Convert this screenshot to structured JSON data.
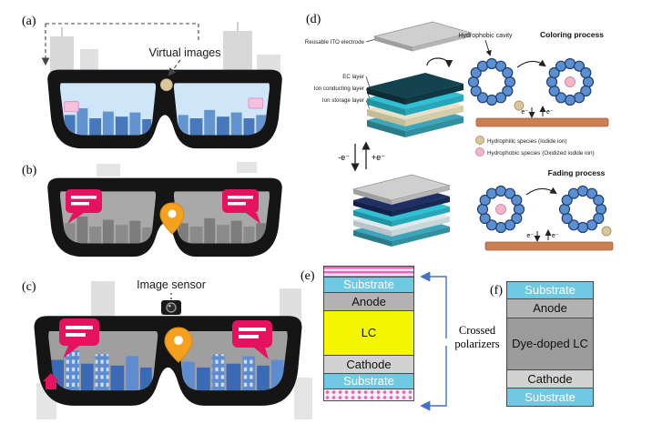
{
  "panels": {
    "a": {
      "label": "(a)",
      "caption": "Virtual images"
    },
    "b": {
      "label": "(b)"
    },
    "c": {
      "label": "(c)",
      "caption": "Image sensor"
    },
    "d": {
      "label": "(d)",
      "layer_labels": [
        "Reusable ITO electrode",
        "EC layer",
        "Ion conducting layer",
        "Ion storage layer"
      ],
      "electron_release": "-e⁻",
      "electron_gain": "+e⁻",
      "cavity_label": "Hydrophobic cavity",
      "coloring_title": "Coloring process",
      "fading_title": "Fading process",
      "electron": "e⁻",
      "legend": [
        {
          "name": "hydrophilic",
          "label": "Hydrophilic species (Iodide ion)",
          "color": "#d9c69c"
        },
        {
          "name": "hydrophobic",
          "label": "Hydrophobic species (Oxidized iodide ion)",
          "color": "#efb6c8"
        }
      ]
    },
    "e": {
      "label": "(e)",
      "layers": [
        "Substrate",
        "Anode",
        "LC",
        "Cathode",
        "Substrate"
      ],
      "side_label": "Crossed polarizers"
    },
    "f": {
      "label": "(f)",
      "layers": [
        "Substrate",
        "Anode",
        "Dye-doped LC",
        "Cathode",
        "Substrate"
      ]
    }
  },
  "colors": {
    "substrate": "#6fc9e2",
    "anode": "#b3b3b3",
    "lc_layer": "#f6f600",
    "cathode": "#d2d2d2",
    "dye_doped_lc": "#9b9b9b",
    "polarizer_pink": "#e06ab8",
    "speech_bubble": "#e5135f",
    "location_pin": "#f5a01e",
    "lens_blue": "#cfe6f8",
    "lens_gray": "#a9a9a9",
    "electrode_bar": "#cd7f54",
    "ring_sphere": "#5b8fd0"
  }
}
